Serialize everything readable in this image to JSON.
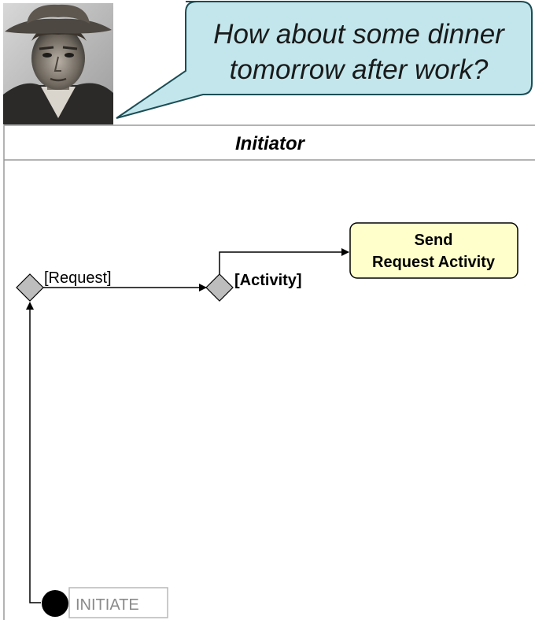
{
  "speech_bubble": {
    "line1": "How about some dinner",
    "line2": "tomorrow after work?"
  },
  "avatar": {
    "icon": "person-photo-icon"
  },
  "lane": {
    "title": "Initiator"
  },
  "decision_request": {
    "label": "[Request]"
  },
  "decision_activity": {
    "label": "[Activity]"
  },
  "activity": {
    "line1": "Send",
    "line2": "Request Activity",
    "fill": "#ffffcc",
    "stroke": "#000000"
  },
  "initial_state": {
    "label": "INITIATE"
  },
  "colors": {
    "bubble_fill": "#c2e6ec",
    "bubble_stroke": "#1b4d55",
    "decision_fill": "#bdbdbd",
    "lane_border": "#9a9a9a"
  }
}
